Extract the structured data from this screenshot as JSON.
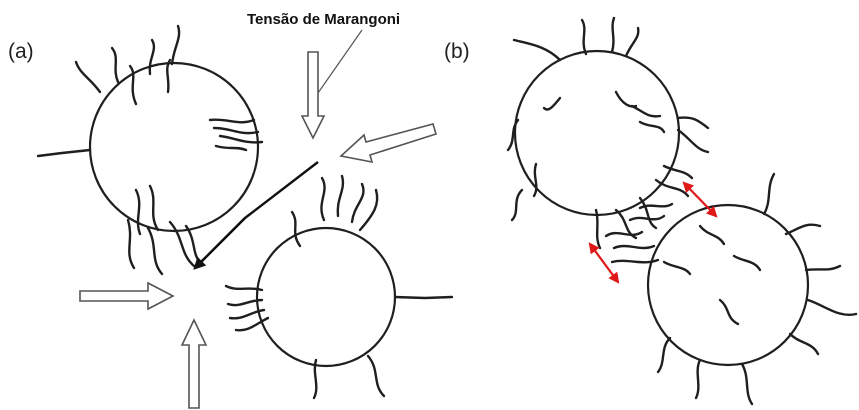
{
  "panel_a_label": "(a)",
  "panel_b_label": "(b)",
  "marangoni_label": "Tensão de Marangoni",
  "colors": {
    "ink": "#1f1f1f",
    "hollow_arrow_outline": "#555555",
    "approach_arrow": "#111111",
    "separation_arrow": "#e01818"
  }
}
